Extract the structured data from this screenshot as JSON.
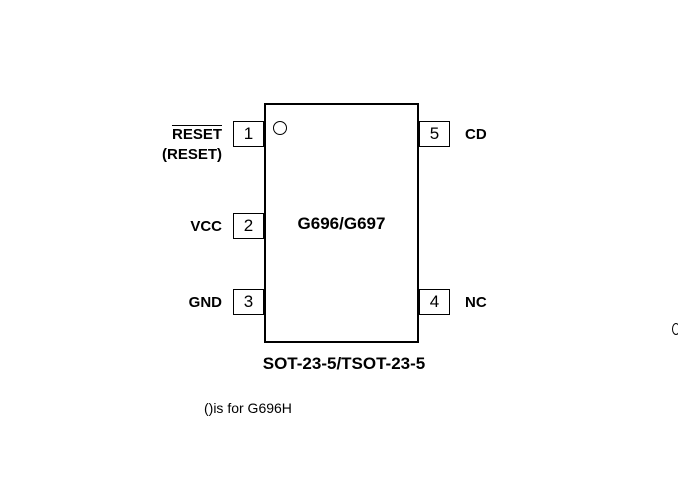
{
  "chip": {
    "name": "G696/G697"
  },
  "pins": [
    {
      "number": "1",
      "label": "RESET",
      "alt_label": "(RESET)"
    },
    {
      "number": "2",
      "label": "VCC"
    },
    {
      "number": "3",
      "label": "GND"
    },
    {
      "number": "4",
      "label": "NC"
    },
    {
      "number": "5",
      "label": "CD"
    }
  ],
  "package": "SOT-23-5/TSOT-23-5",
  "note": "()is for G696H"
}
